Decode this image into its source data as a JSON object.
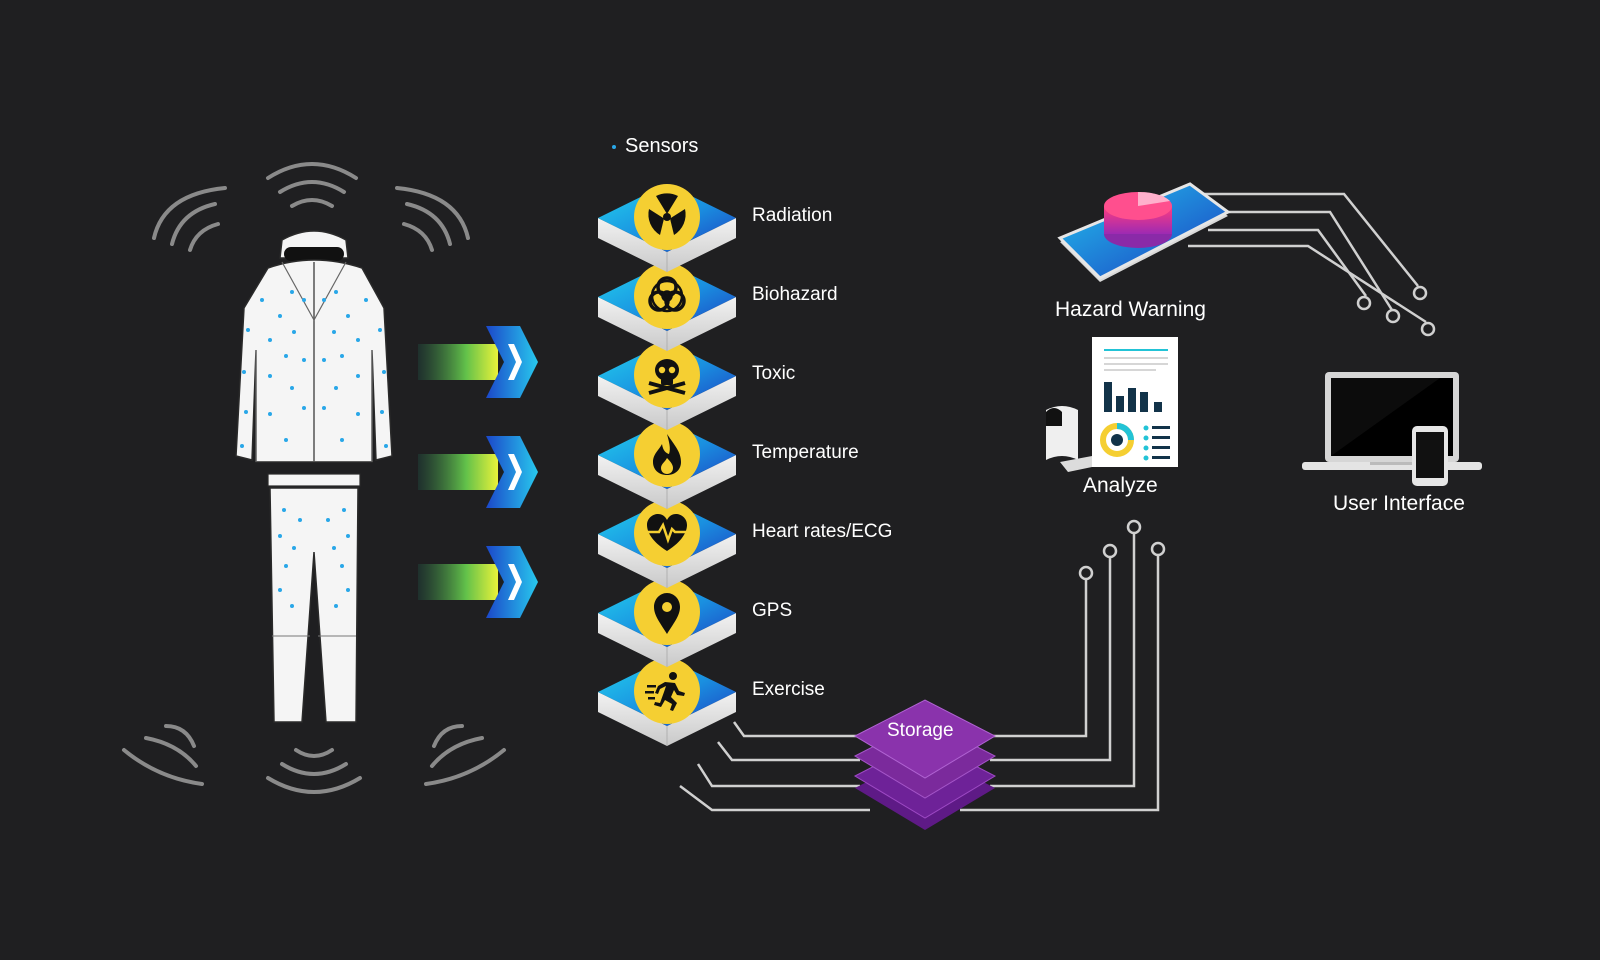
{
  "sensors_heading": "Sensors",
  "sensors": [
    {
      "label": "Radiation",
      "icon": "radiation-icon"
    },
    {
      "label": "Biohazard",
      "icon": "biohazard-icon"
    },
    {
      "label": "Toxic",
      "icon": "skull-icon"
    },
    {
      "label": "Temperature",
      "icon": "flame-icon"
    },
    {
      "label": "Heart rates/ECG",
      "icon": "heart-ecg-icon"
    },
    {
      "label": "GPS",
      "icon": "location-pin-icon"
    },
    {
      "label": "Exercise",
      "icon": "runner-icon"
    }
  ],
  "storage_label": "Storage",
  "outputs": {
    "hazard_warning": "Hazard Warning",
    "analyze": "Analyze",
    "user_interface": "User Interface"
  },
  "colors": {
    "background": "#1f1f21",
    "sensor_badge": "#f5cf32",
    "tile_top_start": "#22d3ee",
    "tile_top_end": "#1d3fc0",
    "storage": "#7b2a9c",
    "connector": "#d0d0d0",
    "suit_dots": "#29a7e8"
  }
}
